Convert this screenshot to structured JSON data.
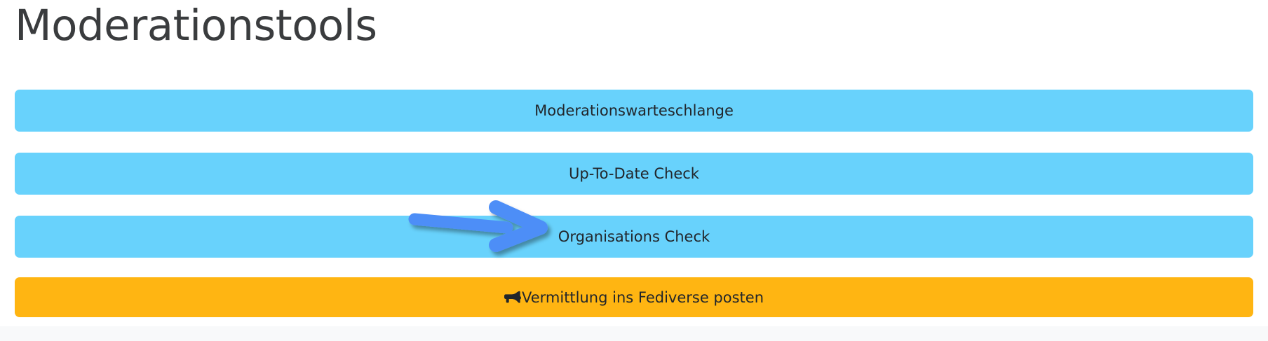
{
  "page": {
    "title": "Moderationstools",
    "title_color": "#3a3c3e",
    "background": "#ffffff"
  },
  "theme": {
    "info_color": "#68d2fc",
    "warning_color": "#ffb512",
    "button_text_color": "#22262b",
    "footer_color": "#f8f9fa",
    "arrow_color": "#4d8ef7"
  },
  "buttons": [
    {
      "label": "Moderationswarteschlange",
      "style": "info",
      "icon": null
    },
    {
      "label": "Up-To-Date Check",
      "style": "info",
      "icon": null
    },
    {
      "label": "Organisations Check",
      "style": "info",
      "icon": null,
      "annotated": true
    },
    {
      "label": "Vermittlung ins Fediverse posten",
      "style": "warning",
      "icon": "bullhorn-icon"
    }
  ],
  "annotation": {
    "type": "arrow",
    "points_to": "Organisations Check",
    "color": "#4d8ef7"
  }
}
